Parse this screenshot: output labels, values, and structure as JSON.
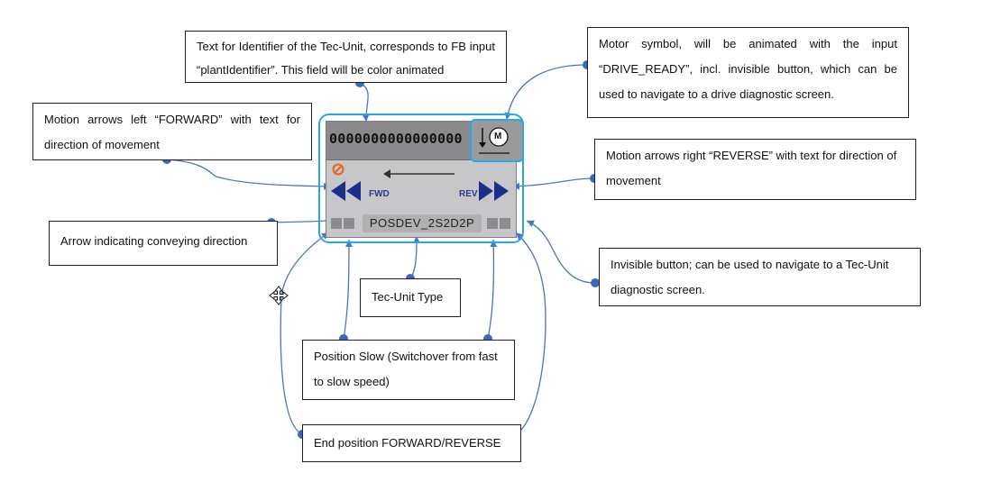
{
  "callouts": {
    "identifier": "Text for Identifier of the Tec-Unit, corresponds to FB input “plantIdentifier”. This field will be color animated",
    "motor": "Motor symbol, will be animated with the input “DRIVE_READY”, incl. invisible button, which can be used to navigate to a drive diagnostic screen.",
    "forward": "Motion arrows left “FORWARD” with text for direction of movement",
    "reverse": "Motion arrows right “REVERSE” with text for direction of movement",
    "conveying": "Arrow indicating conveying direction",
    "invisible": "Invisible button; can be used to navigate to a Tec-Unit diagnostic screen.",
    "tec_type": "Tec-Unit Type",
    "pos_slow": "Position Slow (Switchover from fast to slow speed)",
    "end_pos": "End position FORWARD/REVERSE"
  },
  "faceplate": {
    "plant_identifier": "0000000000000000",
    "motor_letter": "M",
    "fwd_label": "FWD",
    "rev_label": "REV",
    "tec_unit_type": "POSDEV_2S2D2P"
  },
  "colors": {
    "frame": "#29a8e0",
    "connector": "#4a74c8",
    "arrows": "#1b2f8a",
    "warning": "#e8621a"
  }
}
